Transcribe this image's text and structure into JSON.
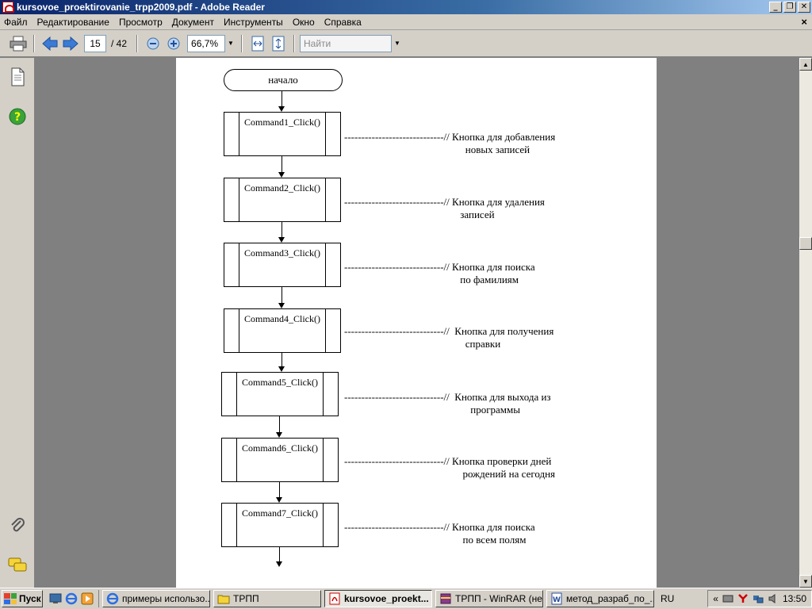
{
  "window": {
    "title": "kursovoe_proektirovanie_trpp2009.pdf - Adobe Reader",
    "buttons": {
      "minimize": "_",
      "restore": "❐",
      "close": "✕"
    }
  },
  "menu": {
    "items": [
      "Файл",
      "Редактирование",
      "Просмотр",
      "Документ",
      "Инструменты",
      "Окно",
      "Справка"
    ],
    "close": "×"
  },
  "toolbar": {
    "page_current": "15",
    "page_total": "/ 42",
    "zoom": "66,7%",
    "find_placeholder": "Найти"
  },
  "flowchart": {
    "start": "начало",
    "nodes": [
      {
        "label": "Command1_Click()",
        "comment": "-----------------------------// Кнопка для добавления\n                                               новых записей"
      },
      {
        "label": "Command2_Click()",
        "comment": "-----------------------------// Кнопка для удаления\n                                             записей"
      },
      {
        "label": "Command3_Click()",
        "comment": "-----------------------------// Кнопка для поиска\n                                             по фамилиям"
      },
      {
        "label": "Command4_Click()",
        "comment": "-----------------------------//  Кнопка для получения\n                                               справки"
      },
      {
        "label": "Command5_Click()",
        "comment": "-----------------------------//  Кнопка для выхода из\n                                                 программы"
      },
      {
        "label": "Command6_Click()",
        "comment": "-----------------------------// Кнопка проверки дней\n                                              рождений на сегодня"
      },
      {
        "label": "Command7_Click()",
        "comment": "-----------------------------// Кнопка для поиска\n                                              по всем полям"
      }
    ]
  },
  "taskbar": {
    "start": "Пуск",
    "tasks": [
      {
        "label": "примеры использо...",
        "icon": "ie-icon",
        "active": false
      },
      {
        "label": "ТРПП",
        "icon": "folder-icon",
        "active": false
      },
      {
        "label": "kursovoe_proekt...",
        "icon": "pdf-icon",
        "active": true
      },
      {
        "label": "ТРПП - WinRAR (не...",
        "icon": "winrar-icon",
        "active": false
      },
      {
        "label": "метод_разраб_по_...",
        "icon": "word-icon",
        "active": false
      }
    ],
    "lang": "RU",
    "tray_chevron": "«",
    "clock": "13:50"
  },
  "colors": {
    "title_gradient_start": "#0a246a",
    "chrome": "#d4d0c8",
    "doc_background": "#808080"
  }
}
